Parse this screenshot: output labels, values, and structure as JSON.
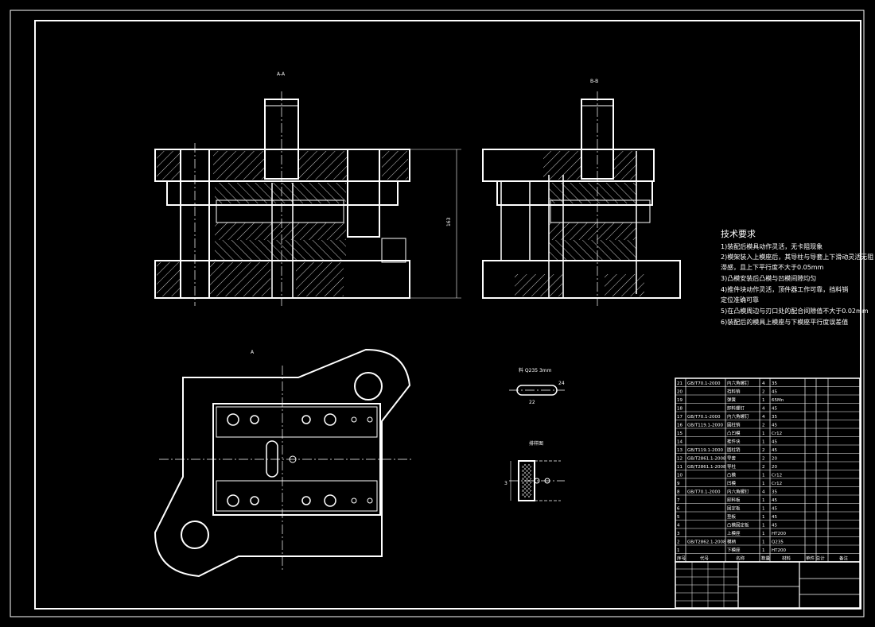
{
  "colors": {
    "background": "#000000",
    "line": "#ffffff"
  },
  "views": {
    "section_aa_label": "A-A",
    "section_bb_label": "B-B",
    "dimension_height": "163",
    "plan_view_marker": "A",
    "strip_label": "料 Q235 3mm",
    "strip_width_dim": "24",
    "strip_pitch_dim": "22",
    "strip_thickness_dim": "3",
    "part_label": "排样图"
  },
  "tech_requirements": {
    "title": "技术要求",
    "lines": [
      "1)装配后模具动作灵活，无卡阻现象",
      "2)模架装入上模座后，其导柱与导套上下滑动灵活无阻",
      "   滞感，且上下平行度不大于0.05mm",
      "3)凸模安装后凸模与凹模间隙均匀",
      "4)推件块动作灵活，顶件器工作可靠，挡料销",
      "   定位准确可靠",
      "5)在凸模周边与刃口处的配合间隙值不大于0.02mm",
      "6)装配后的模具上模座与下模座平行度误差值"
    ]
  },
  "bom": {
    "rows": [
      {
        "no": "21",
        "code": "GB/T70.1-2000",
        "name": "内六角螺钉",
        "qty": "4",
        "mat": "35",
        "note": ""
      },
      {
        "no": "20",
        "code": "",
        "name": "挡料销",
        "qty": "2",
        "mat": "45",
        "note": ""
      },
      {
        "no": "19",
        "code": "",
        "name": "弹簧",
        "qty": "1",
        "mat": "65Mn",
        "note": ""
      },
      {
        "no": "18",
        "code": "",
        "name": "卸料螺钉",
        "qty": "4",
        "mat": "45",
        "note": ""
      },
      {
        "no": "17",
        "code": "GB/T70.1-2000",
        "name": "内六角螺钉",
        "qty": "4",
        "mat": "35",
        "note": ""
      },
      {
        "no": "16",
        "code": "GB/T119.1-2000",
        "name": "圆柱销",
        "qty": "2",
        "mat": "45",
        "note": ""
      },
      {
        "no": "15",
        "code": "",
        "name": "凸凹模",
        "qty": "1",
        "mat": "Cr12",
        "note": ""
      },
      {
        "no": "14",
        "code": "",
        "name": "推件块",
        "qty": "1",
        "mat": "45",
        "note": ""
      },
      {
        "no": "13",
        "code": "GB/T119.1-2000",
        "name": "圆柱销",
        "qty": "2",
        "mat": "45",
        "note": ""
      },
      {
        "no": "12",
        "code": "GB/T2861.1-2008",
        "name": "导套",
        "qty": "2",
        "mat": "20",
        "note": ""
      },
      {
        "no": "11",
        "code": "GB/T2861.1-2008",
        "name": "导柱",
        "qty": "2",
        "mat": "20",
        "note": ""
      },
      {
        "no": "10",
        "code": "",
        "name": "凸模",
        "qty": "1",
        "mat": "Cr12",
        "note": ""
      },
      {
        "no": "9",
        "code": "",
        "name": "凹模",
        "qty": "1",
        "mat": "Cr12",
        "note": ""
      },
      {
        "no": "8",
        "code": "GB/T70.1-2000",
        "name": "内六角螺钉",
        "qty": "4",
        "mat": "35",
        "note": ""
      },
      {
        "no": "7",
        "code": "",
        "name": "卸料板",
        "qty": "1",
        "mat": "45",
        "note": ""
      },
      {
        "no": "6",
        "code": "",
        "name": "固定板",
        "qty": "1",
        "mat": "45",
        "note": ""
      },
      {
        "no": "5",
        "code": "",
        "name": "垫板",
        "qty": "1",
        "mat": "45",
        "note": ""
      },
      {
        "no": "4",
        "code": "",
        "name": "凸模固定板",
        "qty": "1",
        "mat": "45",
        "note": ""
      },
      {
        "no": "3",
        "code": "",
        "name": "上模座",
        "qty": "1",
        "mat": "HT200",
        "note": ""
      },
      {
        "no": "2",
        "code": "GB/T2862.1-2008",
        "name": "模柄",
        "qty": "1",
        "mat": "Q235",
        "note": ""
      },
      {
        "no": "1",
        "code": "",
        "name": "下模座",
        "qty": "1",
        "mat": "HT200",
        "note": ""
      }
    ],
    "header": {
      "no": "序号",
      "code": "代号",
      "name": "名称",
      "qty": "数量",
      "mat": "材料",
      "weight": "单件 总计",
      "note": "备注"
    }
  }
}
